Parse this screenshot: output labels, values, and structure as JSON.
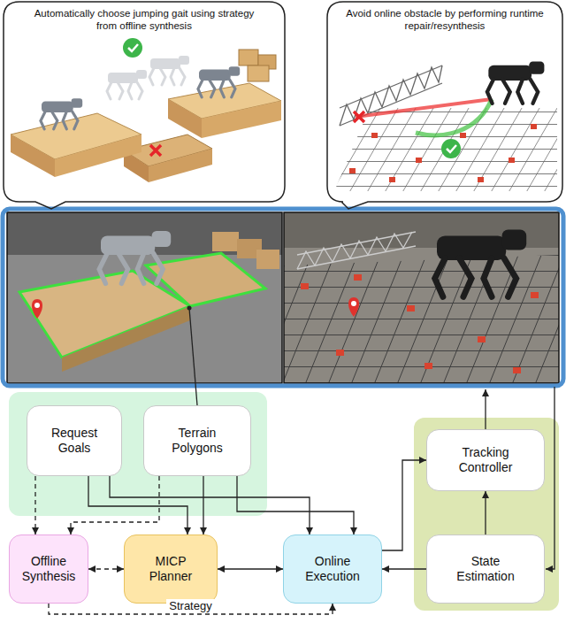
{
  "diagram": {
    "nodes": [
      {
        "text": [
          "Automatically choose jumping gait using strategy from offline synthesis"
        ]
      },
      {
        "text": [
          "Avoid online obstacle by performing runtime repair/resynthesis"
        ]
      },
      {
        "text": [
          "Request Goals"
        ]
      },
      {
        "text": [
          "Terrain Polygons"
        ]
      },
      {
        "text": [
          "Tracking Controller"
        ]
      },
      {
        "text": [
          "Offline Synthesis"
        ]
      },
      {
        "text": [
          "MICP Planner"
        ]
      },
      {
        "text": [
          "Online Execution"
        ]
      },
      {
        "text": [
          "State Estimation"
        ]
      }
    ],
    "edges": [
      {
        "from": 2,
        "to": 5,
        "arrow": "to"
      },
      {
        "from": 2,
        "to": 6,
        "arrow": "to"
      },
      {
        "from": 2,
        "to": 7,
        "arrow": "to"
      },
      {
        "from": 3,
        "to": 5,
        "arrow": "to"
      },
      {
        "from": 3,
        "to": 6,
        "arrow": "to"
      },
      {
        "from": 3,
        "to": 7,
        "arrow": "to"
      },
      {
        "from": 5,
        "to": 6,
        "arrow": "both"
      },
      {
        "from": 6,
        "to": 7,
        "arrow": "both"
      },
      {
        "from": 5,
        "to": 7,
        "label": "Strategy",
        "arrow": "to"
      },
      {
        "from": 7,
        "to": 4,
        "arrow": "to"
      },
      {
        "from": 8,
        "to": 7,
        "arrow": "to"
      },
      {
        "from": 8,
        "to": 4,
        "arrow": "to"
      }
    ]
  }
}
